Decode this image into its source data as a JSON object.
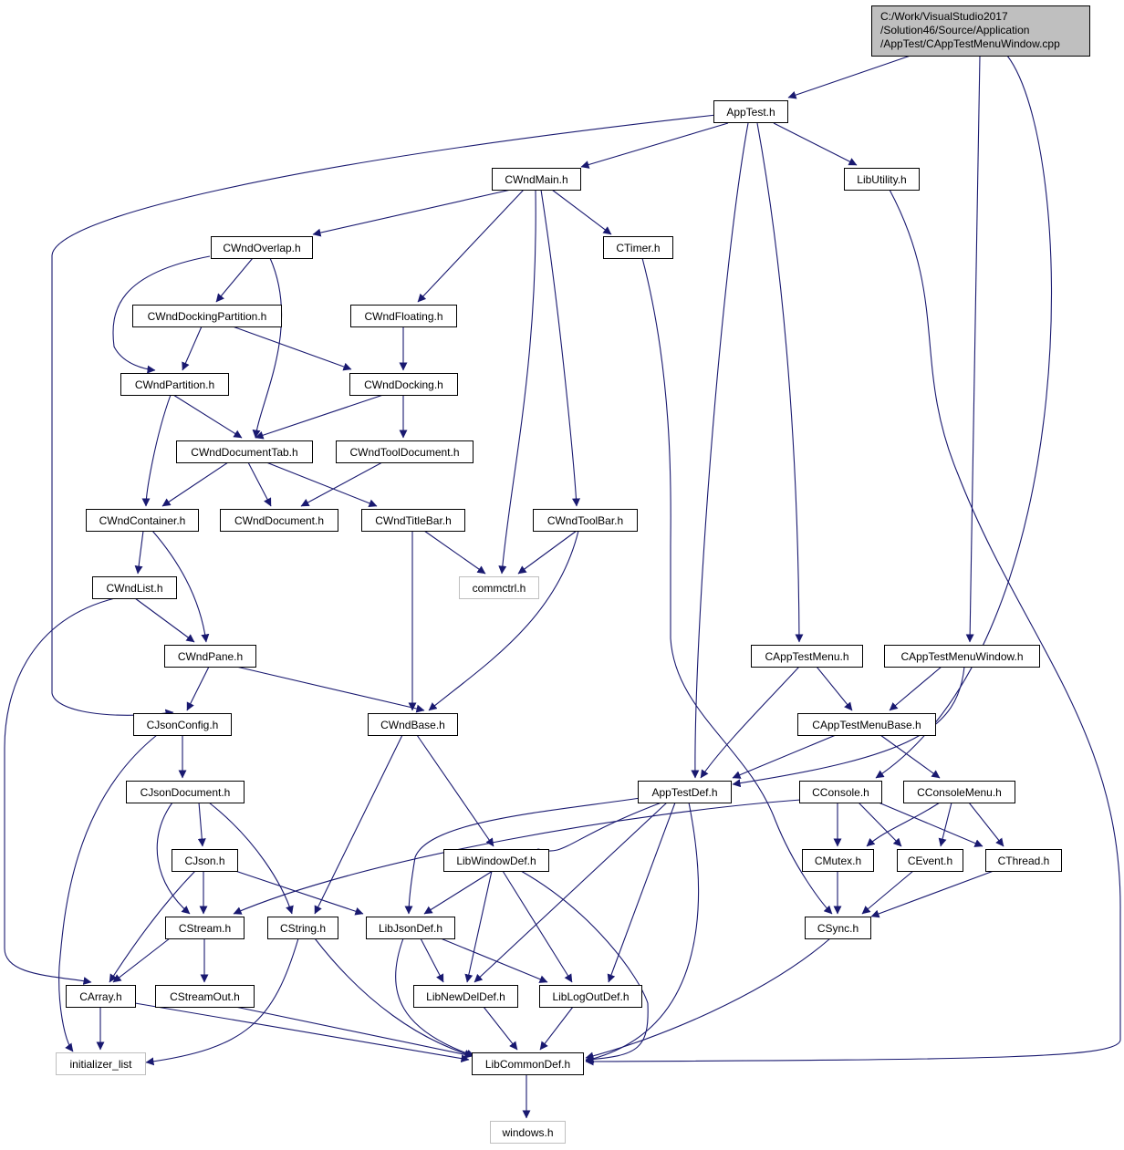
{
  "colors": {
    "edge": "#191970",
    "node_border": "#000000",
    "node_fill": "#ffffff",
    "root_fill": "#bfbfbf",
    "external_border": "#bfbfbf",
    "external_text": "#404040"
  },
  "nodes": [
    {
      "id": "root",
      "lines": [
        "C:/Work/VisualStudio2017",
        "/Solution46/Source/Application",
        "/AppTest/CAppTestMenuWindow.cpp"
      ],
      "kind": "root"
    },
    {
      "id": "AppTest",
      "lines": [
        "AppTest.h"
      ],
      "kind": "normal"
    },
    {
      "id": "CWndMain",
      "lines": [
        "CWndMain.h"
      ],
      "kind": "normal"
    },
    {
      "id": "LibUtility",
      "lines": [
        "LibUtility.h"
      ],
      "kind": "normal"
    },
    {
      "id": "CWndOverlap",
      "lines": [
        "CWndOverlap.h"
      ],
      "kind": "normal"
    },
    {
      "id": "CTimer",
      "lines": [
        "CTimer.h"
      ],
      "kind": "normal"
    },
    {
      "id": "CWndDockingPartition",
      "lines": [
        "CWndDockingPartition.h"
      ],
      "kind": "normal"
    },
    {
      "id": "CWndFloating",
      "lines": [
        "CWndFloating.h"
      ],
      "kind": "normal"
    },
    {
      "id": "CWndPartition",
      "lines": [
        "CWndPartition.h"
      ],
      "kind": "normal"
    },
    {
      "id": "CWndDocking",
      "lines": [
        "CWndDocking.h"
      ],
      "kind": "normal"
    },
    {
      "id": "CWndDocumentTab",
      "lines": [
        "CWndDocumentTab.h"
      ],
      "kind": "normal"
    },
    {
      "id": "CWndToolDocument",
      "lines": [
        "CWndToolDocument.h"
      ],
      "kind": "normal"
    },
    {
      "id": "CWndContainer",
      "lines": [
        "CWndContainer.h"
      ],
      "kind": "normal"
    },
    {
      "id": "CWndDocument",
      "lines": [
        "CWndDocument.h"
      ],
      "kind": "normal"
    },
    {
      "id": "CWndTitleBar",
      "lines": [
        "CWndTitleBar.h"
      ],
      "kind": "normal"
    },
    {
      "id": "CWndToolBar",
      "lines": [
        "CWndToolBar.h"
      ],
      "kind": "normal"
    },
    {
      "id": "CWndList",
      "lines": [
        "CWndList.h"
      ],
      "kind": "normal"
    },
    {
      "id": "commctrl",
      "lines": [
        "commctrl.h"
      ],
      "kind": "external"
    },
    {
      "id": "CWndPane",
      "lines": [
        "CWndPane.h"
      ],
      "kind": "normal"
    },
    {
      "id": "CAppTestMenu",
      "lines": [
        "CAppTestMenu.h"
      ],
      "kind": "normal"
    },
    {
      "id": "CAppTestMenuWindow",
      "lines": [
        "CAppTestMenuWindow.h"
      ],
      "kind": "normal"
    },
    {
      "id": "CJsonConfig",
      "lines": [
        "CJsonConfig.h"
      ],
      "kind": "normal"
    },
    {
      "id": "CWndBase",
      "lines": [
        "CWndBase.h"
      ],
      "kind": "normal"
    },
    {
      "id": "CAppTestMenuBase",
      "lines": [
        "CAppTestMenuBase.h"
      ],
      "kind": "normal"
    },
    {
      "id": "CJsonDocument",
      "lines": [
        "CJsonDocument.h"
      ],
      "kind": "normal"
    },
    {
      "id": "AppTestDef",
      "lines": [
        "AppTestDef.h"
      ],
      "kind": "normal"
    },
    {
      "id": "CConsole",
      "lines": [
        "CConsole.h"
      ],
      "kind": "normal"
    },
    {
      "id": "CConsoleMenu",
      "lines": [
        "CConsoleMenu.h"
      ],
      "kind": "normal"
    },
    {
      "id": "CJson",
      "lines": [
        "CJson.h"
      ],
      "kind": "normal"
    },
    {
      "id": "LibWindowDef",
      "lines": [
        "LibWindowDef.h"
      ],
      "kind": "normal"
    },
    {
      "id": "CMutex",
      "lines": [
        "CMutex.h"
      ],
      "kind": "normal"
    },
    {
      "id": "CEvent",
      "lines": [
        "CEvent.h"
      ],
      "kind": "normal"
    },
    {
      "id": "CThread",
      "lines": [
        "CThread.h"
      ],
      "kind": "normal"
    },
    {
      "id": "CStream",
      "lines": [
        "CStream.h"
      ],
      "kind": "normal"
    },
    {
      "id": "CString",
      "lines": [
        "CString.h"
      ],
      "kind": "normal"
    },
    {
      "id": "LibJsonDef",
      "lines": [
        "LibJsonDef.h"
      ],
      "kind": "normal"
    },
    {
      "id": "CSync",
      "lines": [
        "CSync.h"
      ],
      "kind": "normal"
    },
    {
      "id": "CArray",
      "lines": [
        "CArray.h"
      ],
      "kind": "normal"
    },
    {
      "id": "CStreamOut",
      "lines": [
        "CStreamOut.h"
      ],
      "kind": "normal"
    },
    {
      "id": "LibNewDelDef",
      "lines": [
        "LibNewDelDef.h"
      ],
      "kind": "normal"
    },
    {
      "id": "LibLogOutDef",
      "lines": [
        "LibLogOutDef.h"
      ],
      "kind": "normal"
    },
    {
      "id": "initializer_list",
      "lines": [
        "initializer_list"
      ],
      "kind": "external"
    },
    {
      "id": "LibCommonDef",
      "lines": [
        "LibCommonDef.h"
      ],
      "kind": "normal"
    },
    {
      "id": "windows",
      "lines": [
        "windows.h"
      ],
      "kind": "external"
    }
  ]
}
